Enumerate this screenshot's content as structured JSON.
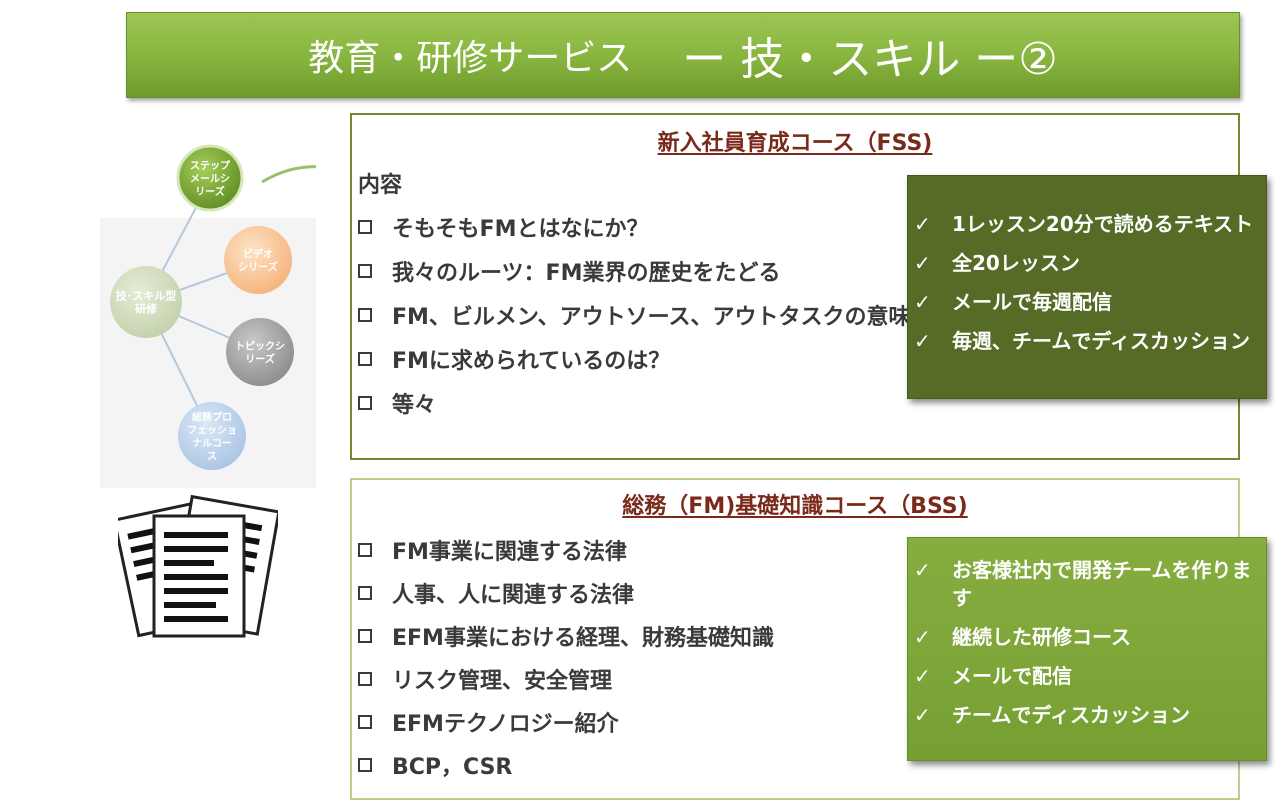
{
  "title": {
    "part1": "教育・研修サービス",
    "part2": "ー 技・スキル ー②"
  },
  "diagram": {
    "center": "技･スキル型\n研修",
    "nodes": [
      "ステップ\nメールシ\nリーズ",
      "ビデオ\nシリーズ",
      "トピックシ\nリーズ",
      "総務プロ\nフェッショ\nナルコー\nス"
    ]
  },
  "course1": {
    "title": "新入社員育成コース（FSS)",
    "content_label": "内容",
    "items": [
      "そもそもFMとはなにか？",
      "我々のルーツ：FM業界の歴史をたどる",
      "FM、ビルメン、アウトソース、アウトタスクの意味",
      "FMに求められているのは？",
      "等々"
    ],
    "features": [
      "1レッスン20分で読めるテキスト",
      "全20レッスン",
      "メールで毎週配信",
      "毎週、チームでディスカッション"
    ]
  },
  "course2": {
    "title": "総務（FM)基礎知識コース（BSS)",
    "items": [
      "FM事業に関連する法律",
      "人事、人に関連する法律",
      "EFM事業における経理、財務基礎知識",
      "リスク管理、安全管理",
      "EFMテクノロジー紹介",
      "BCP，CSR"
    ],
    "features": [
      "お客様社内で開発チームを作ります",
      "継続した研修コース",
      "メールで配信",
      "チームでディスカッション"
    ]
  },
  "colors": {
    "banner": "#86b43e",
    "callout_dark": "#556b26",
    "callout_light": "#7ca536",
    "course_title": "#7a2a1a"
  }
}
